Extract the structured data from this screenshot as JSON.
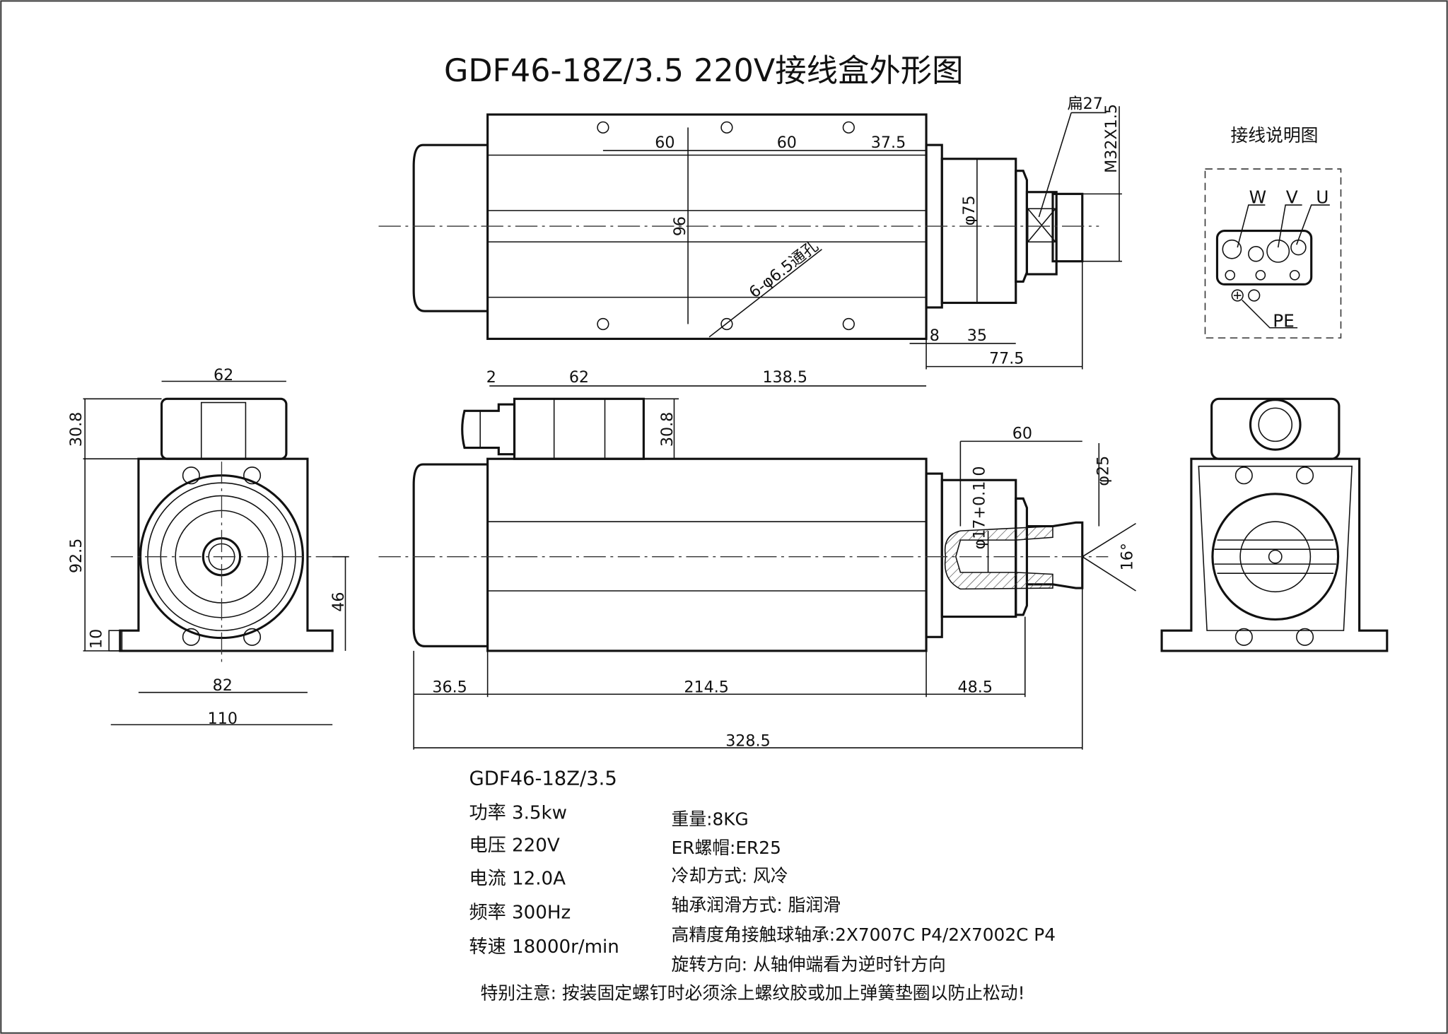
{
  "title": "GDF46-18Z/3.5 220V接线盒外形图",
  "top_view": {
    "dims": [
      "60",
      "60",
      "37.5",
      "96",
      "φ75",
      "M32X1.5",
      "扁27",
      "6-φ6.5通孔",
      "8",
      "35",
      "77.5"
    ]
  },
  "wiring": {
    "title": "接线说明图",
    "labels": [
      "W",
      "V",
      "U",
      "PE"
    ]
  },
  "left_view": {
    "dims": [
      "62",
      "30.8",
      "92.5",
      "46",
      "10",
      "82",
      "110"
    ]
  },
  "front_view": {
    "dims": [
      "2",
      "62",
      "138.5",
      "30.8",
      "60",
      "φ25",
      "φ17+0.1 0",
      "16°",
      "36.5",
      "214.5",
      "48.5",
      "328.5"
    ]
  },
  "specs": {
    "model": "GDF46-18Z/3.5",
    "left": [
      "功率 3.5kw",
      "电压 220V",
      "电流 12.0A",
      "频率 300Hz",
      "转速 18000r/min"
    ],
    "right": [
      "重量:8KG",
      "ER螺帽:ER25",
      "冷却方式: 风冷",
      "轴承润滑方式: 脂润滑",
      "高精度角接触球轴承:2X7007C P4/2X7002C P4",
      "旋转方向: 从轴伸端看为逆时针方向"
    ],
    "note": "特别注意: 按装固定螺钉时必须涂上螺纹胶或加上弹簧垫圈以防止松动!"
  }
}
